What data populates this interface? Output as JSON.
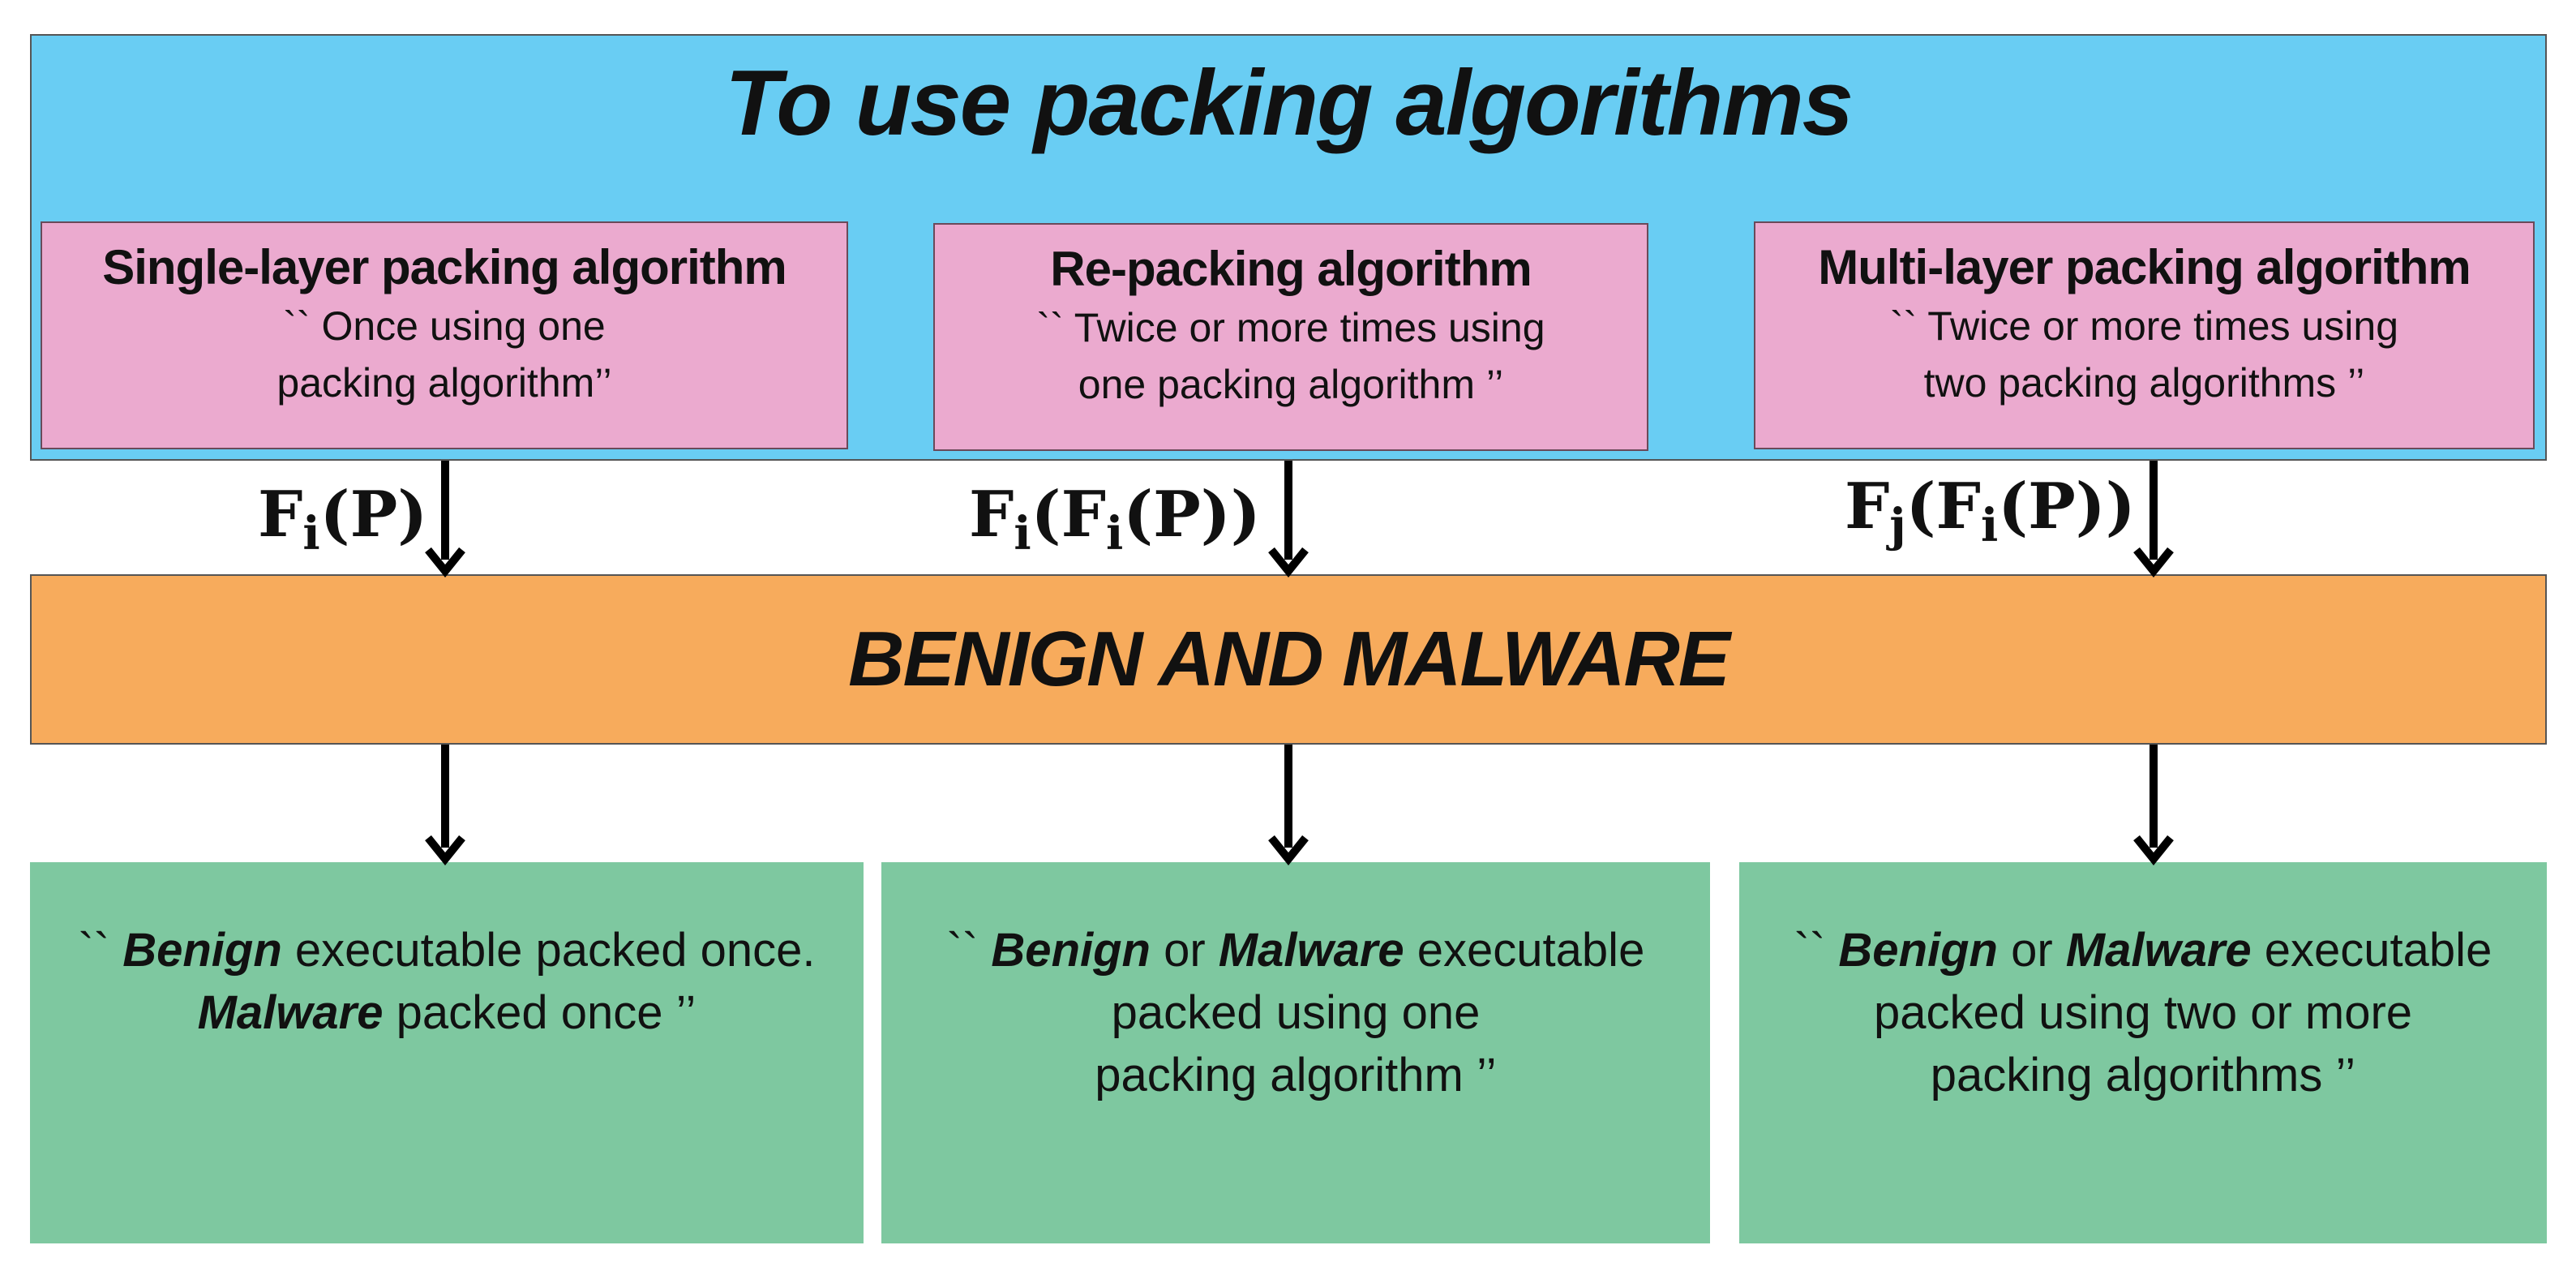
{
  "title": "To use packing algorithms",
  "methods": [
    {
      "title": "Single-layer packing algorithm",
      "desc": "`` Once using one\npacking algorithm’’"
    },
    {
      "title": "Re-packing algorithm",
      "desc": "`` Twice or more times using\none packing algorithm ’’"
    },
    {
      "title": "Multi-layer packing algorithm",
      "desc": "`` Twice or more times using\ntwo packing algorithms ’’"
    }
  ],
  "formulas": [
    {
      "f1": "F",
      "s1": "i",
      "rest": "(P)"
    },
    {
      "f1": "F",
      "s1": "i",
      "mid": "(F",
      "s2": "i",
      "rest": "(P))"
    },
    {
      "f1": "F",
      "s1": "j",
      "mid": "(F",
      "s2": "i",
      "rest": "(P))"
    }
  ],
  "middle": "BENIGN AND MALWARE",
  "results": [
    {
      "line1_pre": "`` ",
      "line1_b": "Benign",
      "line1_post": " executable packed once.",
      "line2_b": "Malware",
      "line2_post": " packed once ’’"
    },
    {
      "line1_pre": "`` ",
      "line1_b": "Benign",
      "line1_mid": " or ",
      "line1_b2": "Malware",
      "line1_post": " executable",
      "line2": "packed using one",
      "line3": "packing algorithm ’’"
    },
    {
      "line1_pre": "`` ",
      "line1_b": "Benign",
      "line1_mid": " or ",
      "line1_b2": "Malware",
      "line1_post": " executable",
      "line2": "packed using two or more",
      "line3": "packing algorithms ’’"
    }
  ],
  "colors": {
    "top_panel": "#69cdf3",
    "method_box": "#ebaacf",
    "middle_band": "#f7ab5c",
    "result_box": "#7ec8a0",
    "arrow": "#000000"
  }
}
